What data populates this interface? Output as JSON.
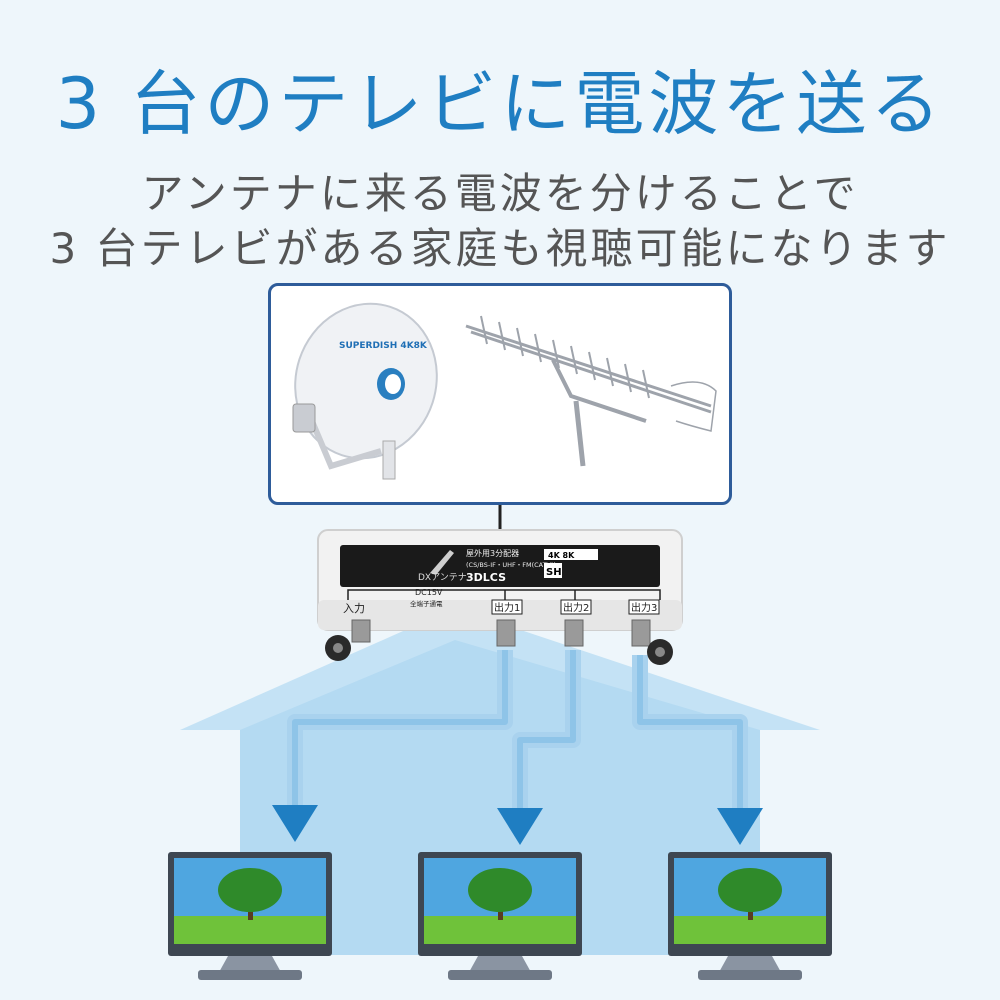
{
  "title": "3 台のテレビに電波を送る",
  "subtitle_line1": "アンテナに来る電波を分けることで",
  "subtitle_line2": "3 台テレビがある家庭も視聴可能になります",
  "dish_logo": "SUPERDISH 4K8K",
  "splitter": {
    "brand": "DXアンテナ",
    "product_name": "屋外用3分配器",
    "spec": "(CS/BS-IF・UHF・FM(CATV))",
    "model": "3DLCS",
    "badge_4k8k": "4K 8K",
    "badge_sh": "SH",
    "power_note": "DC15V",
    "power_sub": "全端子通電",
    "port_input": "入力",
    "port_out1": "出力1",
    "port_out2": "出力2",
    "port_out3": "出力3"
  },
  "colors": {
    "title": "#1f7ec2",
    "house": "#bfe0f4",
    "cable": "#a9d2ee",
    "arrow": "#1f7ec2",
    "box_border": "#2e5c9a"
  }
}
